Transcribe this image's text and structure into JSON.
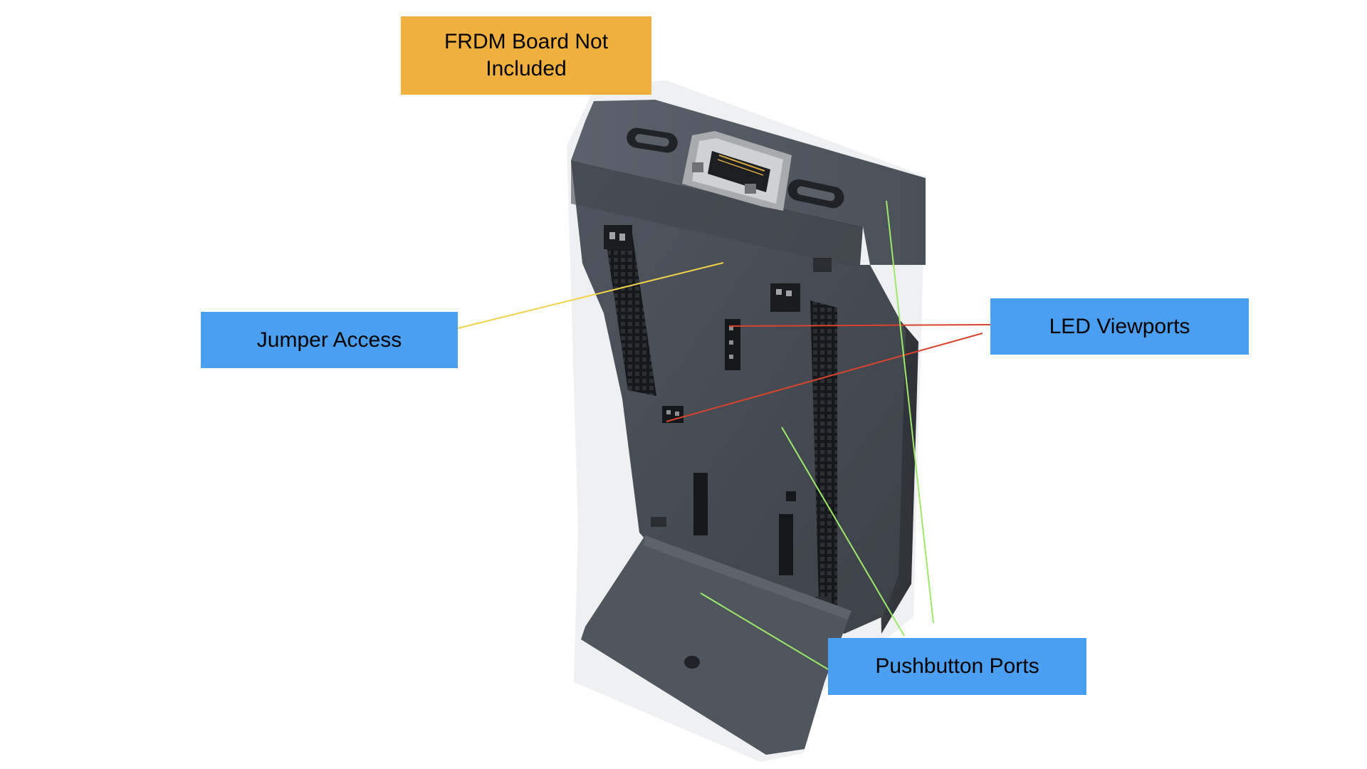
{
  "colors": {
    "warning_bg": "#F0B03E",
    "callout_bg": "#4A9FF0",
    "enclosure": "#464c54",
    "enclosure_dark": "#2f343a",
    "leader_yellow": "#F2D24A",
    "leader_red": "#D8442C",
    "leader_green": "#9EE86A"
  },
  "labels": {
    "warning": "FRDM Board Not Included",
    "jumper": "Jumper Access",
    "led": "LED Viewports",
    "pushbutton": "Pushbutton Ports"
  },
  "icons": {
    "device": "3d-printed-enclosure-with-stand",
    "ethernet": "rj45-port",
    "usb": "usb-c-port"
  }
}
